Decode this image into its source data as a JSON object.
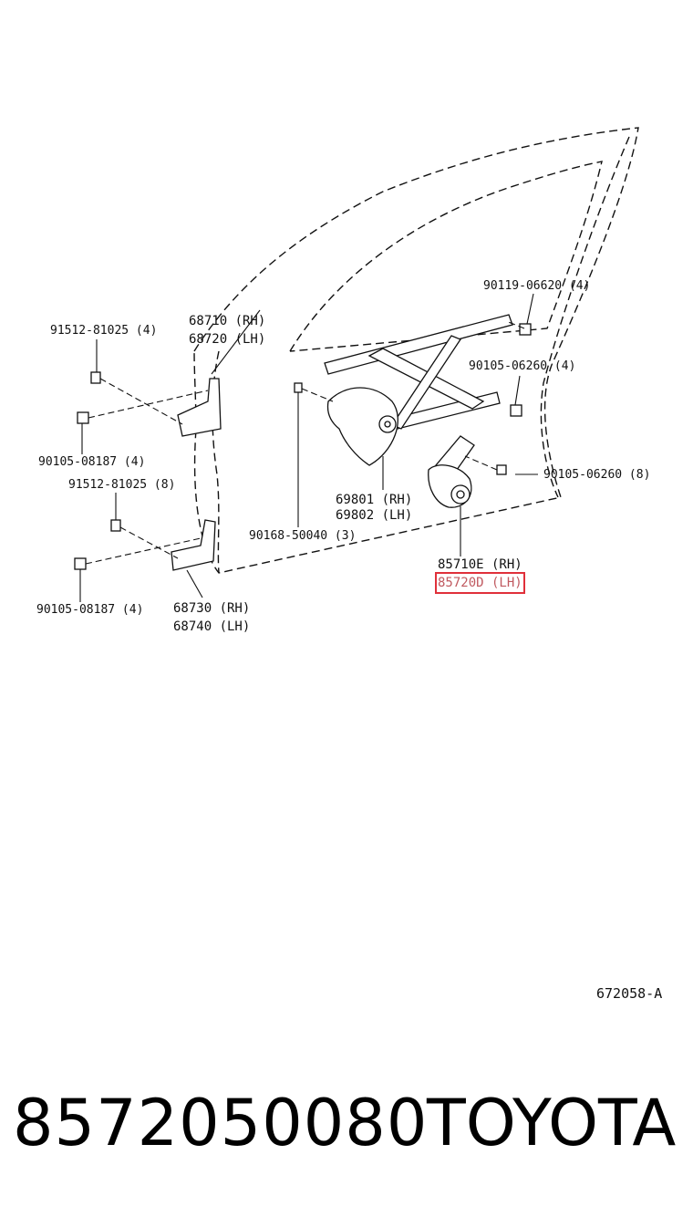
{
  "labels": {
    "bolt_91512_top": "91512-81025 (4)",
    "hinge_upper_rh": "68710 (RH)",
    "hinge_upper_lh": "68720 (LH)",
    "bolt_90119": "90119-06620 (4)",
    "bolt_90105_06260_4": "90105-06260 (4)",
    "bolt_90105_08187_top": "90105-08187 (4)",
    "bolt_91512_mid": "91512-81025 (8)",
    "bolt_90105_06260_8": "90105-06260 (8)",
    "regulator_rh": "69801 (RH)",
    "regulator_lh": "69802 (LH)",
    "bolt_90168": "90168-50040 (3)",
    "motor_rh": "85710E (RH)",
    "motor_lh": "85720D (LH)",
    "bolt_90105_08187_bottom": "90105-08187 (4)",
    "hinge_lower_rh": "68730 (RH)",
    "hinge_lower_lh": "68740 (LH)"
  },
  "drawing_code": "672058-A",
  "footer": {
    "part_number": "8572050080",
    "brand": "TOYOTA"
  },
  "highlight_color": "#e0303a"
}
